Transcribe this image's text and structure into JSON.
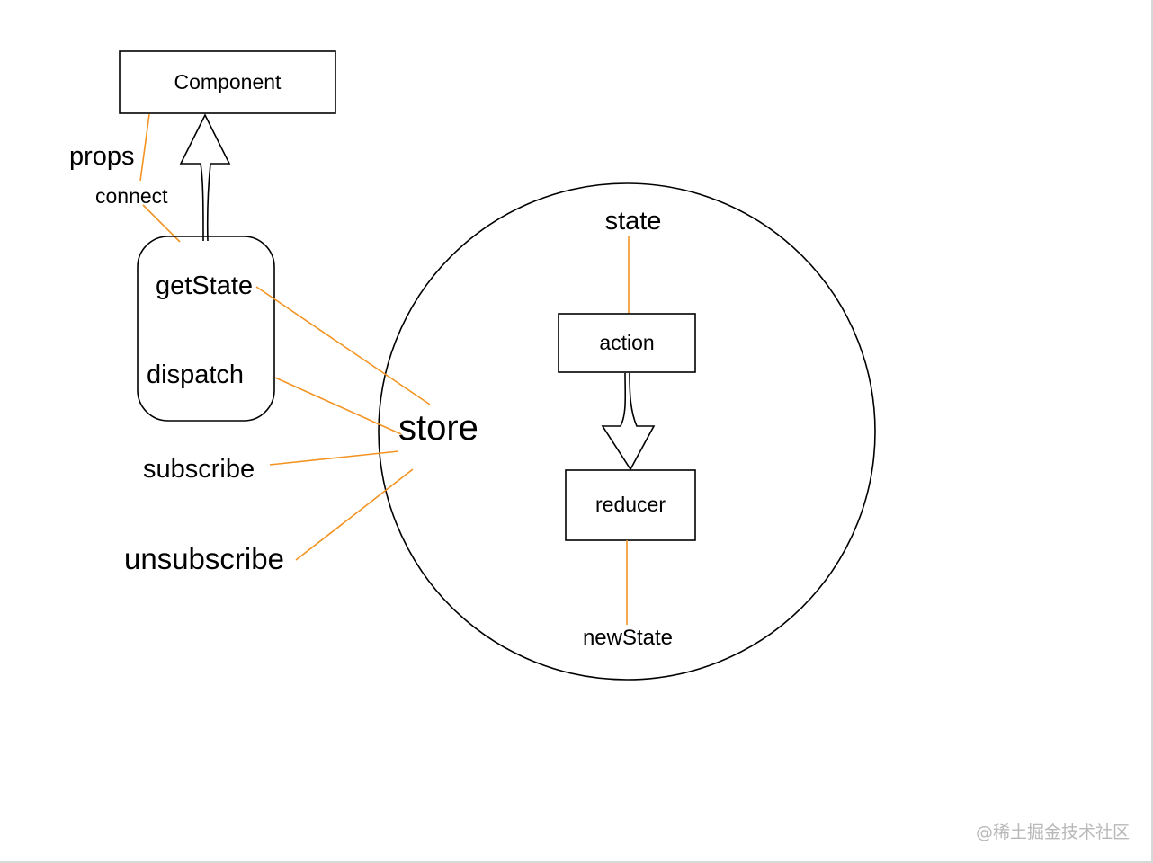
{
  "diagram": {
    "nodes": {
      "component": "Component",
      "get_state": "getState",
      "dispatch": "dispatch",
      "store": "store",
      "state": "state",
      "action": "action",
      "reducer": "reducer",
      "new_state": "newState"
    },
    "labels": {
      "props": "props",
      "connect": "connect",
      "subscribe": "subscribe",
      "unsubscribe": "unsubscribe"
    }
  },
  "watermark": "@稀土掘金技术社区",
  "colors": {
    "connector": "#f39422",
    "stroke": "#000000",
    "background": "#ffffff",
    "watermark": "#b8b8b8"
  }
}
